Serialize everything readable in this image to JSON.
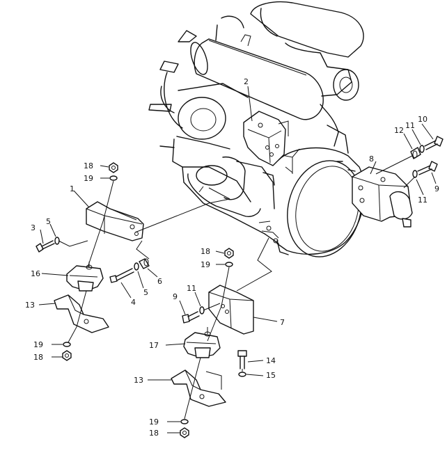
{
  "labels": {
    "n1": "1",
    "n2": "2",
    "n3": "3",
    "n4": "4",
    "n5a": "5",
    "n5b": "5",
    "n6": "6",
    "n7": "7",
    "n8": "8",
    "n9a": "9",
    "n9b": "9",
    "n10": "10",
    "n11a": "11",
    "n11b": "11",
    "n11c": "11",
    "n12": "12",
    "n13a": "13",
    "n13b": "13",
    "n14": "14",
    "n15": "15",
    "n16": "16",
    "n17": "17",
    "n18a": "18",
    "n18b": "18",
    "n18c": "18",
    "n18d": "18",
    "n19a": "19",
    "n19b": "19",
    "n19c": "19",
    "n19d": "19"
  }
}
